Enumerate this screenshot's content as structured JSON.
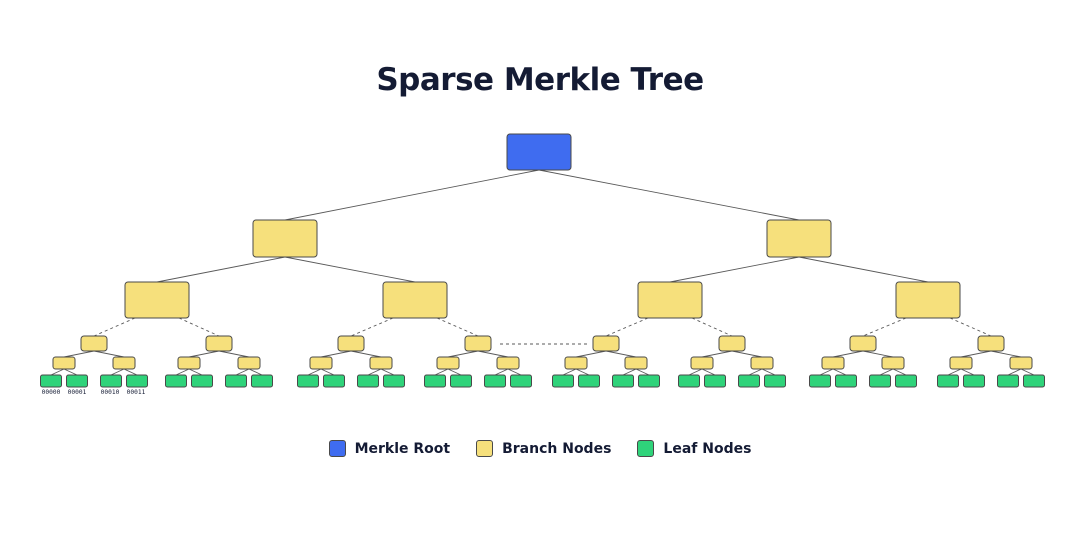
{
  "title": "Sparse Merkle Tree",
  "colors": {
    "root": "#3f6cf0",
    "branch": "#f6e07c",
    "leaf": "#2fd37a",
    "stroke": "#5a5a5a",
    "text": "#141b34"
  },
  "leaf_keys": [
    "00000",
    "00001",
    "00010",
    "00011"
  ],
  "legend": [
    {
      "label": "Merkle Root",
      "color": "#3f6cf0"
    },
    {
      "label": "Branch Nodes",
      "color": "#f6e07c"
    },
    {
      "label": "Leaf Nodes",
      "color": "#2fd37a"
    }
  ]
}
